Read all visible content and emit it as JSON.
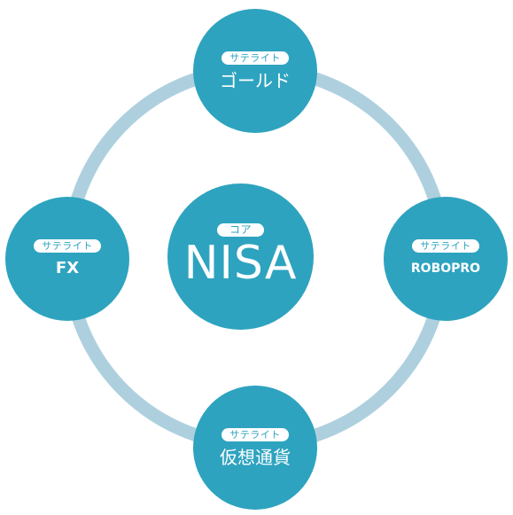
{
  "colors": {
    "node_fill": "#2ea3bf",
    "ring": "#aed0de",
    "pill_fill": "#ffffff",
    "text": "#ffffff"
  },
  "center": {
    "tag": "コア",
    "label": "NISA"
  },
  "satellites": {
    "top": {
      "tag": "サテライト",
      "label": "ゴールド"
    },
    "right": {
      "tag": "サテライト",
      "label": "ROBOPRO"
    },
    "bottom": {
      "tag": "サテライト",
      "label": "仮想通貨"
    },
    "left": {
      "tag": "サテライト",
      "label": "FX"
    }
  }
}
